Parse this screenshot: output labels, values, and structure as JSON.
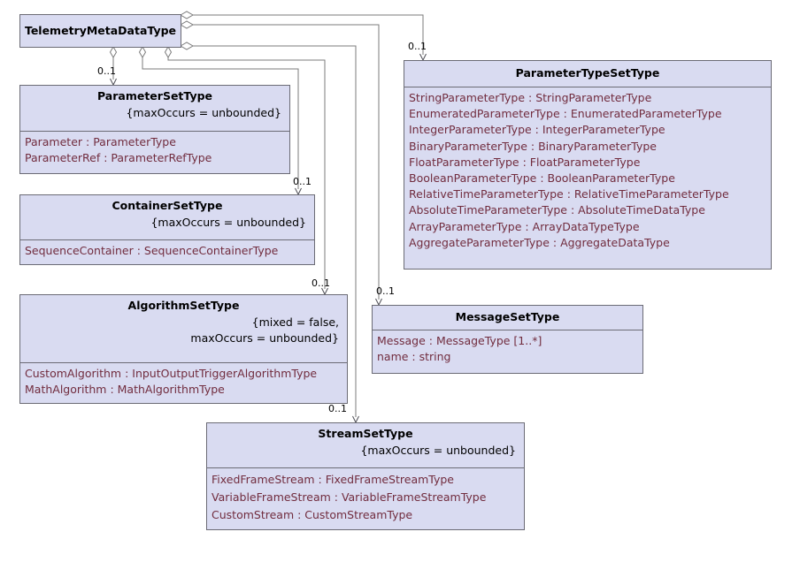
{
  "colors": {
    "box_fill": "#d9dbf1",
    "box_border": "#6b6b75",
    "attr_text": "#712c3e",
    "line": "#7b7b7b",
    "label_text": "#000000"
  },
  "classes": [
    {
      "title": "TelemetryMetaDataType",
      "constraints": [],
      "attributes": []
    },
    {
      "title": "ParameterSetType",
      "constraints": [
        "{maxOccurs = unbounded}"
      ],
      "attributes": [
        "Parameter : ParameterType",
        "ParameterRef : ParameterRefType"
      ]
    },
    {
      "title": "ContainerSetType",
      "constraints": [
        "{maxOccurs = unbounded}"
      ],
      "attributes": [
        "SequenceContainer : SequenceContainerType"
      ]
    },
    {
      "title": "AlgorithmSetType",
      "constraints": [
        "{mixed = false,",
        "maxOccurs = unbounded}"
      ],
      "attributes": [
        "CustomAlgorithm : InputOutputTriggerAlgorithmType",
        "MathAlgorithm : MathAlgorithmType"
      ]
    },
    {
      "title": "ParameterTypeSetType",
      "constraints": [],
      "attributes": [
        "StringParameterType : StringParameterType",
        "EnumeratedParameterType : EnumeratedParameterType",
        "IntegerParameterType : IntegerParameterType",
        "BinaryParameterType : BinaryParameterType",
        "FloatParameterType : FloatParameterType",
        "BooleanParameterType : BooleanParameterType",
        "RelativeTimeParameterType : RelativeTimeParameterType",
        "AbsoluteTimeParameterType : AbsoluteTimeDataType",
        "ArrayParameterType : ArrayDataTypeType",
        "AggregateParameterType : AggregateDataType"
      ]
    },
    {
      "title": "MessageSetType",
      "constraints": [],
      "attributes": [
        "Message : MessageType [1..*]",
        "name : string"
      ]
    },
    {
      "title": "StreamSetType",
      "constraints": [
        "{maxOccurs = unbounded}"
      ],
      "attributes": [
        "FixedFrameStream : FixedFrameStreamType",
        "VariableFrameStream : VariableFrameStreamType",
        "CustomStream : CustomStreamType"
      ]
    }
  ],
  "connectors": [
    {
      "label": "0..1",
      "target": "ParameterSetType"
    },
    {
      "label": "0..1",
      "target": "ContainerSetType"
    },
    {
      "label": "0..1",
      "target": "AlgorithmSetType"
    },
    {
      "label": "0..1",
      "target": "ParameterTypeSetType"
    },
    {
      "label": "0..1",
      "target": "MessageSetType"
    },
    {
      "label": "0..1",
      "target": "StreamSetType"
    }
  ]
}
